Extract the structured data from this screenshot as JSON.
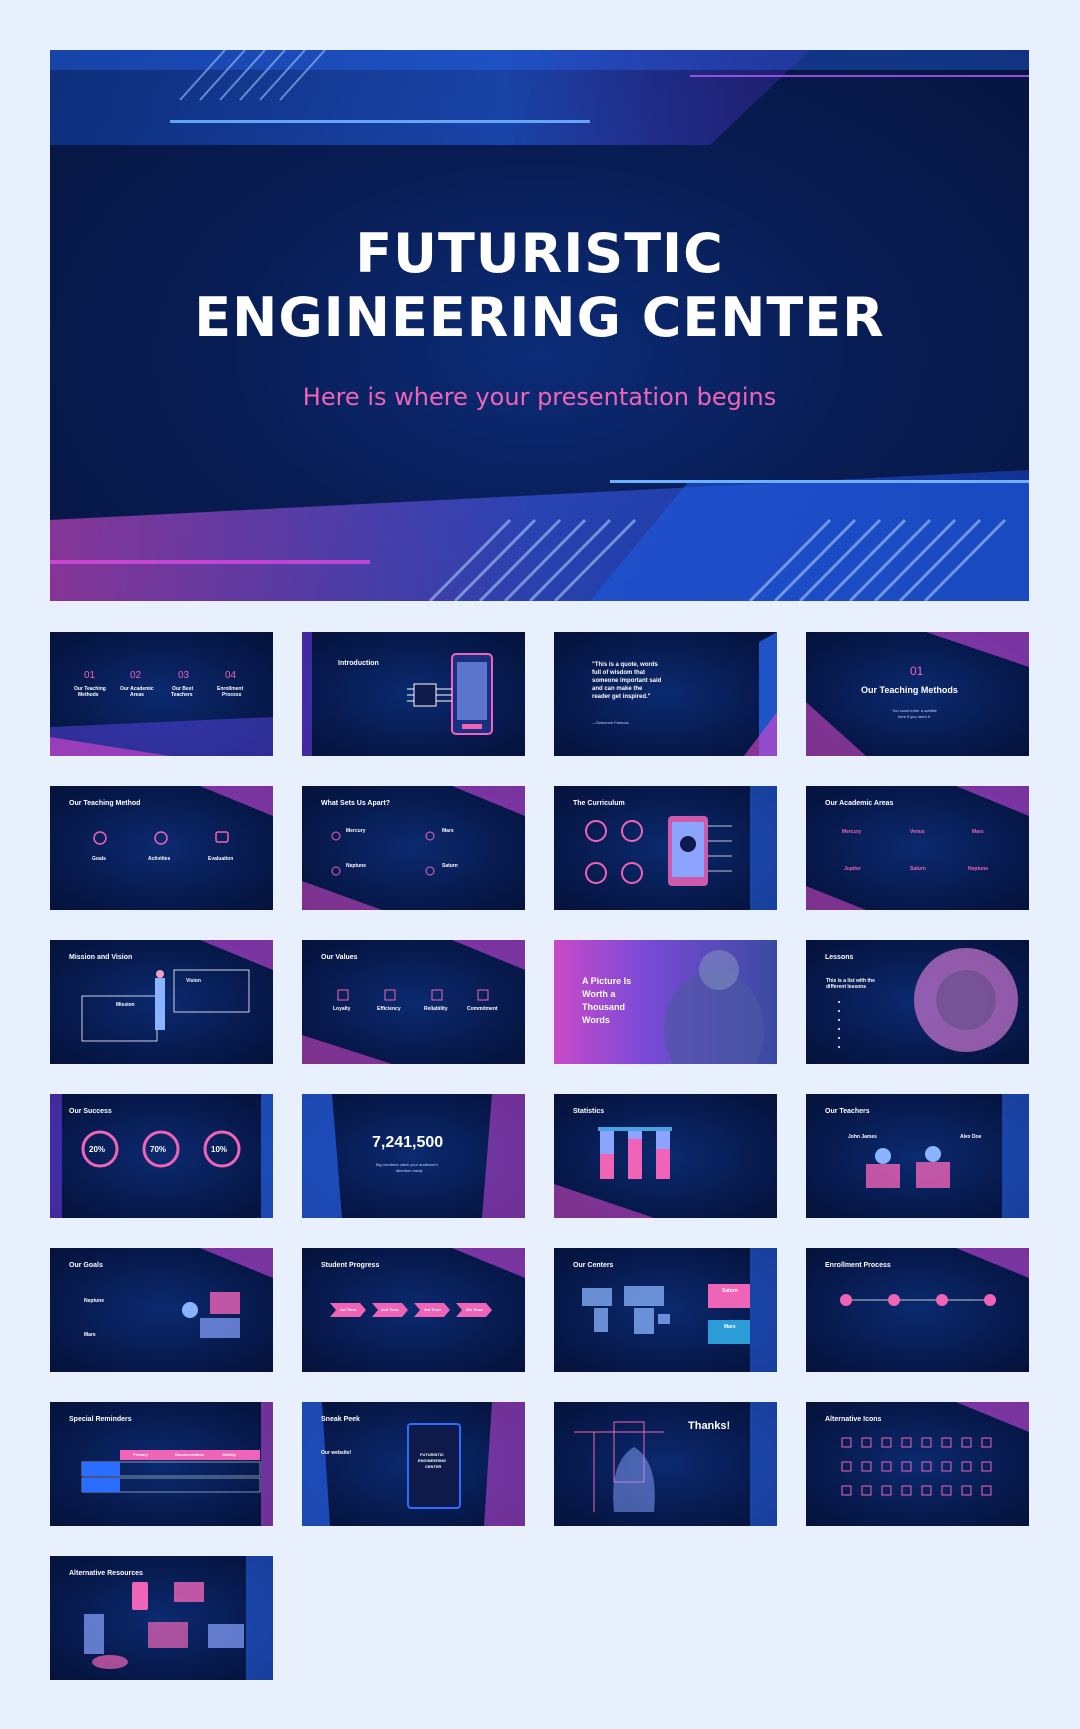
{
  "hero": {
    "title_line1": "FUTURISTIC",
    "title_line2": "ENGINEERING CENTER",
    "subtitle": "Here is where your presentation begins"
  },
  "slides": {
    "s1": {
      "n1": "01",
      "n2": "02",
      "n3": "03",
      "n4": "04",
      "l1a": "Our Teaching",
      "l1b": "Methods",
      "l2a": "Our Academic",
      "l2b": "Areas",
      "l3a": "Our Best",
      "l3b": "Teachers",
      "l4a": "Enrollment",
      "l4b": "Process"
    },
    "s2": {
      "title": "Introduction"
    },
    "s3": {
      "quote1": "\"This is a quote, words",
      "quote2": "full of wisdom that",
      "quote3": "someone important said",
      "quote4": "and can make the",
      "quote5": "reader get inspired.\"",
      "author": "—Someone Famous"
    },
    "s4": {
      "num": "01",
      "title": "Our Teaching Methods",
      "sub1": "You could enter a subtitle",
      "sub2": "here if you need it"
    },
    "s5": {
      "title": "Our Teaching Method",
      "c1": "Goals",
      "c2": "Activities",
      "c3": "Evaluation"
    },
    "s6": {
      "title": "What Sets Us Apart?",
      "a": "Mercury",
      "b": "Mars",
      "c": "Neptune",
      "d": "Saturn"
    },
    "s7": {
      "title": "The Curriculum"
    },
    "s8": {
      "title": "Our Academic Areas",
      "a": "Mercury",
      "b": "Venus",
      "c": "Mars",
      "d": "Jupiter",
      "e": "Saturn",
      "f": "Neptune"
    },
    "s9": {
      "title": "Mission and Vision",
      "a": "Vision",
      "b": "Mission"
    },
    "s10": {
      "title": "Our Values",
      "a": "Loyalty",
      "b": "Efficiency",
      "c": "Reliability",
      "d": "Commitment"
    },
    "s11": {
      "l1": "A Picture Is",
      "l2": "Worth a",
      "l3": "Thousand",
      "l4": "Words"
    },
    "s12": {
      "title": "Lessons",
      "sub1": "This is a list with the",
      "sub2": "different lessons"
    },
    "s13": {
      "title": "Our Success",
      "a": "20%",
      "b": "70%",
      "c": "10%"
    },
    "s14": {
      "num": "7,241,500",
      "sub1": "Big numbers catch your audience's",
      "sub2": "attention easily"
    },
    "s15": {
      "title": "Statistics"
    },
    "s16": {
      "title": "Our Teachers",
      "a": "John James",
      "b": "Alex Doe"
    },
    "s17": {
      "title": "Our Goals",
      "a": "Neptune",
      "b": "Mars"
    },
    "s18": {
      "title": "Student Progress",
      "a": "1st Term",
      "b": "2nd Term",
      "c": "3rd Term",
      "d": "4th Term"
    },
    "s19": {
      "title": "Our Centers",
      "a": "Saturn",
      "b": "Mars"
    },
    "s20": {
      "title": "Enrollment Process"
    },
    "s21": {
      "title": "Special Reminders",
      "h1": "Primary",
      "h2": "Documentation",
      "h3": "Validity"
    },
    "s22": {
      "title": "Sneak Peek",
      "web": "Our website!",
      "tab1": "FUTURISTIC",
      "tab2": "ENGINEERING",
      "tab3": "CENTER"
    },
    "s23": {
      "title": "Thanks!"
    },
    "s24": {
      "title": "Alternative Icons"
    },
    "s25": {
      "title": "Alternative Resources"
    }
  },
  "colors": {
    "page_bg": "#e8f0fe",
    "slide_bg": "#071a4e",
    "accent_pink": "#f064b8",
    "accent_blue": "#1e6cff"
  }
}
